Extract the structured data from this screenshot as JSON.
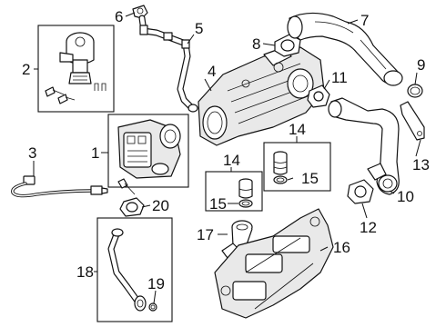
{
  "callouts": {
    "c1": "1",
    "c2": "2",
    "c3": "3",
    "c4": "4",
    "c5": "5",
    "c6": "6",
    "c7": "7",
    "c8": "8",
    "c9": "9",
    "c10": "10",
    "c11": "11",
    "c12": "12",
    "c13": "13",
    "c14a": "14",
    "c14b": "14",
    "c15a": "15",
    "c15b": "15",
    "c16": "16",
    "c17": "17",
    "c18": "18",
    "c19": "19",
    "c20": "20"
  },
  "colors": {
    "line": "#111111",
    "background": "#ffffff"
  }
}
